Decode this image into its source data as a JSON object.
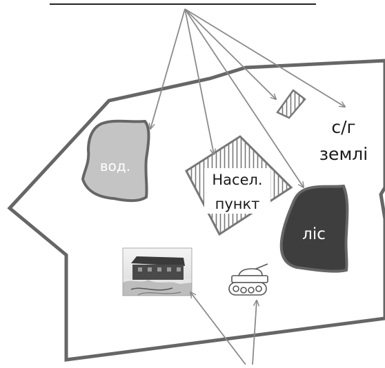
{
  "regions": {
    "water": {
      "label": "вод.",
      "fill": "#c4c4c4"
    },
    "settlement": {
      "line1": "Насел.",
      "line2": "пункт"
    },
    "forest": {
      "label": "ліс",
      "fill": "#3e3e3e"
    },
    "farmland": {
      "line1": "с/г",
      "line2": "землі"
    }
  },
  "colors": {
    "boundary": "#666666",
    "arrow": "#8a8a8a",
    "hatch": "#777777",
    "text": "#1a1a1a"
  },
  "icons": {
    "building_photo": "photo-of-building",
    "tank": "tank-icon"
  }
}
